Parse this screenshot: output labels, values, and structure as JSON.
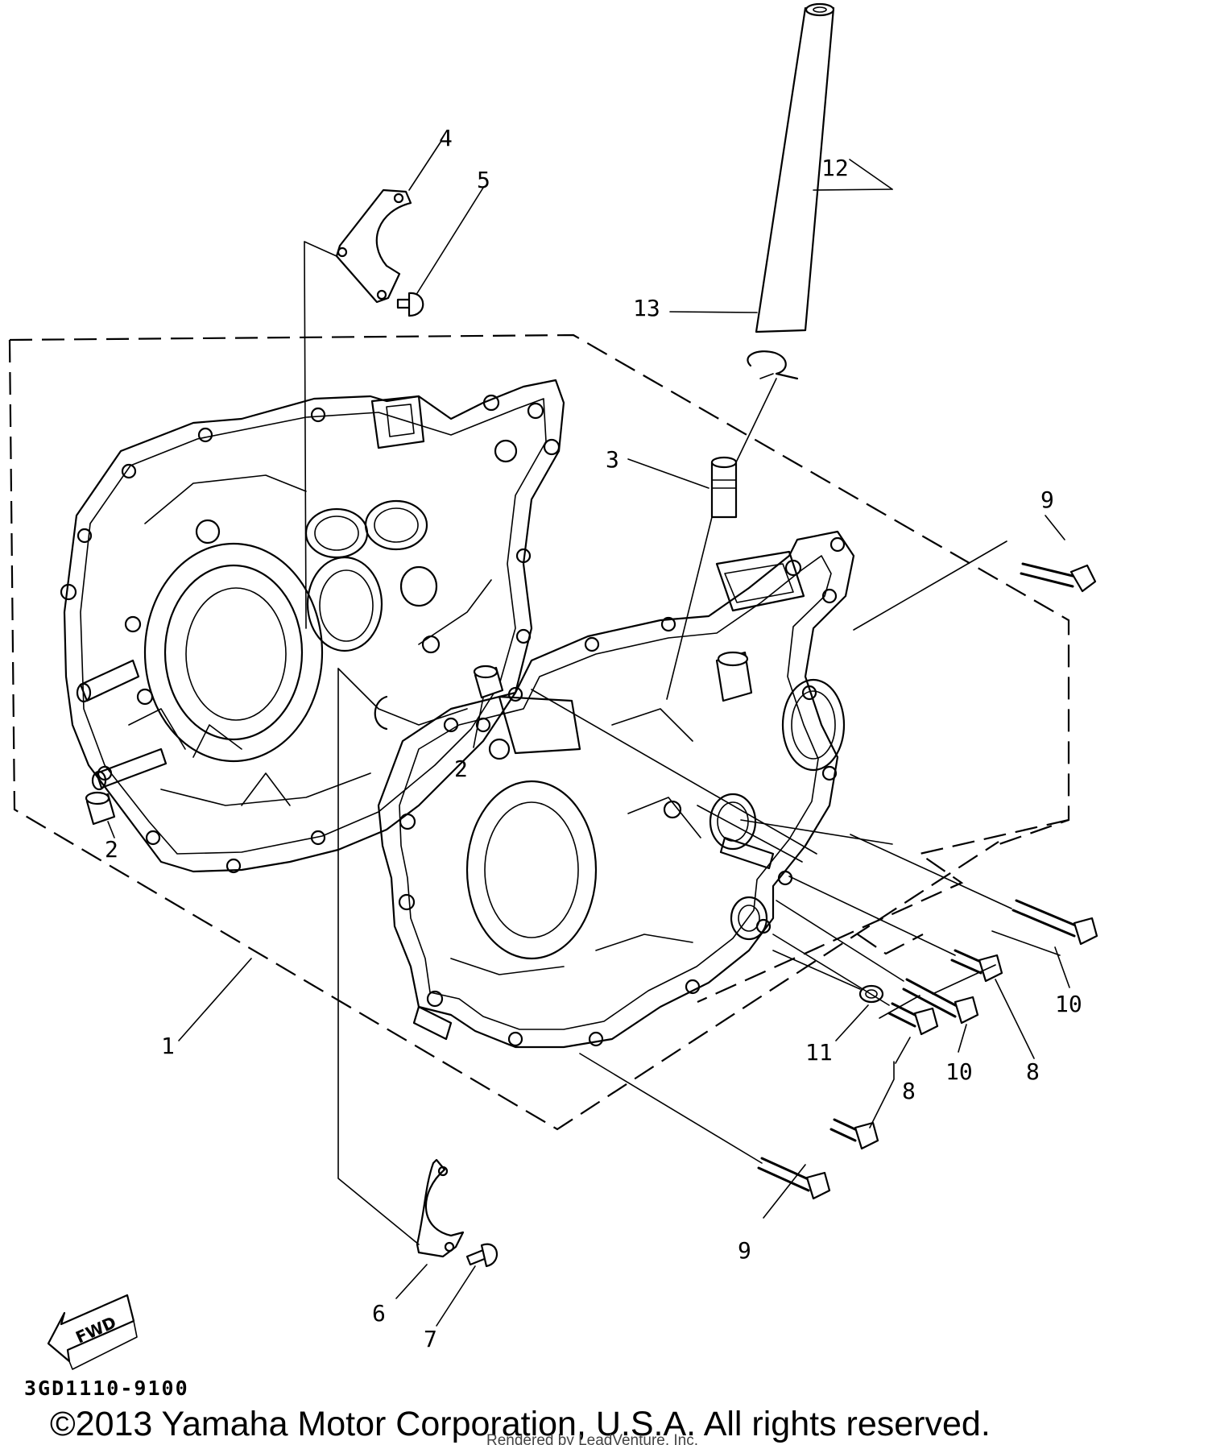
{
  "diagram": {
    "callouts": [
      {
        "id": "c1",
        "text": "1"
      },
      {
        "id": "c2a",
        "text": "2"
      },
      {
        "id": "c2b",
        "text": "2"
      },
      {
        "id": "c3",
        "text": "3"
      },
      {
        "id": "c4",
        "text": "4"
      },
      {
        "id": "c5",
        "text": "5"
      },
      {
        "id": "c6",
        "text": "6"
      },
      {
        "id": "c7",
        "text": "7"
      },
      {
        "id": "c8a",
        "text": "8"
      },
      {
        "id": "c8b",
        "text": "8"
      },
      {
        "id": "c9a",
        "text": "9"
      },
      {
        "id": "c9b",
        "text": "9"
      },
      {
        "id": "c10a",
        "text": "10"
      },
      {
        "id": "c10b",
        "text": "10"
      },
      {
        "id": "c11",
        "text": "11"
      },
      {
        "id": "c12",
        "text": "12"
      },
      {
        "id": "c13",
        "text": "13"
      }
    ],
    "fwd_label": "FWD",
    "diagram_code": "3GD1110-9100"
  },
  "footer": {
    "copyright": "©2013 Yamaha Motor Corporation, U.S.A. All rights reserved.",
    "rendered_by": "Rendered by LeadVenture, Inc."
  }
}
